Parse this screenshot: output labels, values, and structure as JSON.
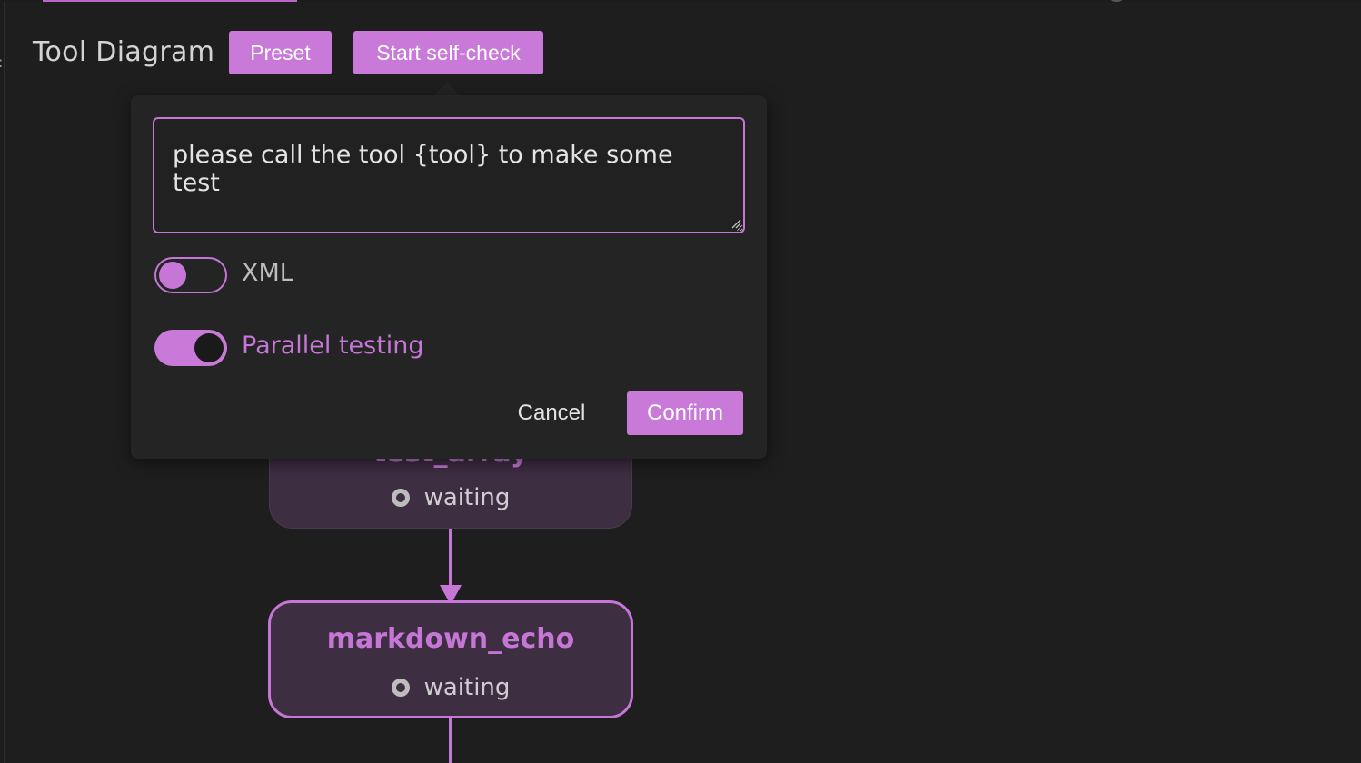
{
  "colors": {
    "accent": "#c676d6",
    "button": "#c97ad9",
    "background": "#1e1e1e",
    "node_fill": "#3d2e41"
  },
  "header": {
    "title": "Tool Diagram",
    "preset_label": "Preset",
    "self_check_label": "Start self-check"
  },
  "dialog": {
    "prompt_value": "please call the tool {tool} to make some test",
    "toggles": [
      {
        "label": "XML",
        "on": false
      },
      {
        "label": "Parallel testing",
        "on": true
      }
    ],
    "cancel_label": "Cancel",
    "confirm_label": "Confirm"
  },
  "diagram": {
    "nodes": [
      {
        "name": "test_array",
        "status": "waiting"
      },
      {
        "name": "markdown_echo",
        "status": "waiting"
      }
    ]
  }
}
